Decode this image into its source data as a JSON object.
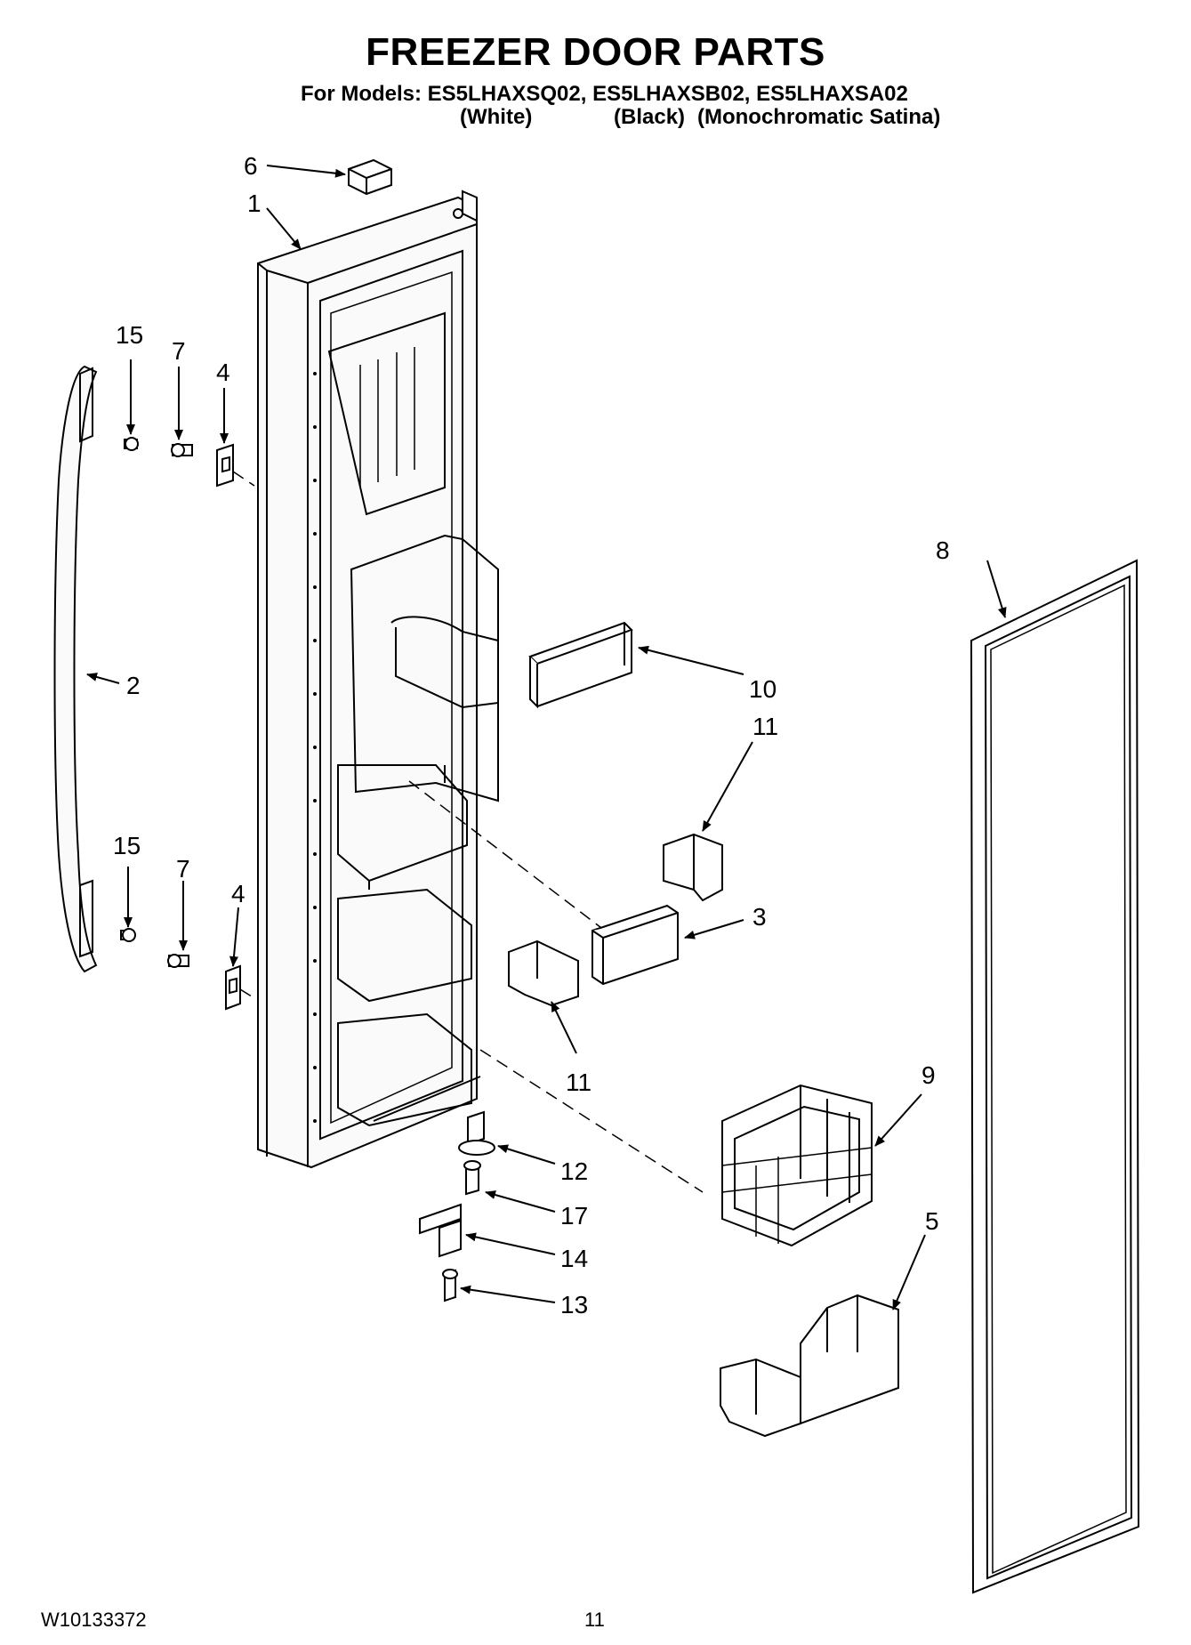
{
  "header": {
    "title": "FREEZER DOOR PARTS",
    "models_line": "For Models: ES5LHAXSQ02, ES5LHAXSB02, ES5LHAXSA02",
    "variant_white": "(White)",
    "variant_black": "(Black)",
    "variant_satina": "(Monochromatic Satina)"
  },
  "callouts": {
    "p1": "1",
    "p2": "2",
    "p3": "3",
    "p4_upper": "4",
    "p4_lower": "4",
    "p5": "5",
    "p6": "6",
    "p7_upper": "7",
    "p7_lower": "7",
    "p8": "8",
    "p9": "9",
    "p10": "10",
    "p11_upper": "11",
    "p11_lower": "11",
    "p12": "12",
    "p13": "13",
    "p14": "14",
    "p15_upper": "15",
    "p15_lower": "15",
    "p17": "17"
  },
  "footer": {
    "doc_number": "W10133372",
    "page_number": "11"
  }
}
